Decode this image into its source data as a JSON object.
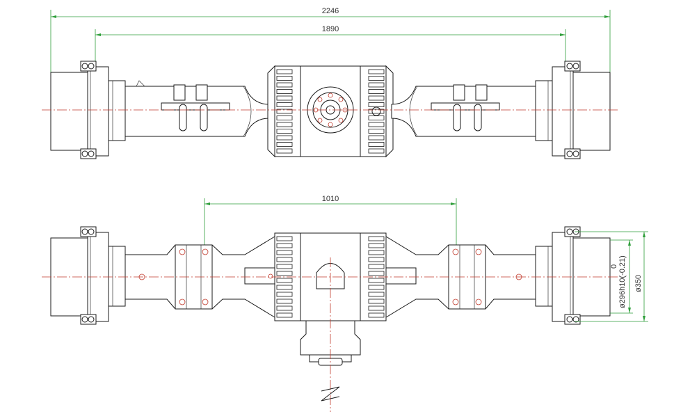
{
  "dimensions": {
    "overall_width": "2246",
    "flange_span": "1890",
    "spring_seat_span": "1010",
    "pilot_diameter": "ø296h10(-0.21)",
    "pilot_tol_upper": "0",
    "outer_diameter": "ø350"
  },
  "colors": {
    "outline": "#1a1a1a",
    "centerline": "#c0392b",
    "dimension": "#2e9e3a"
  }
}
